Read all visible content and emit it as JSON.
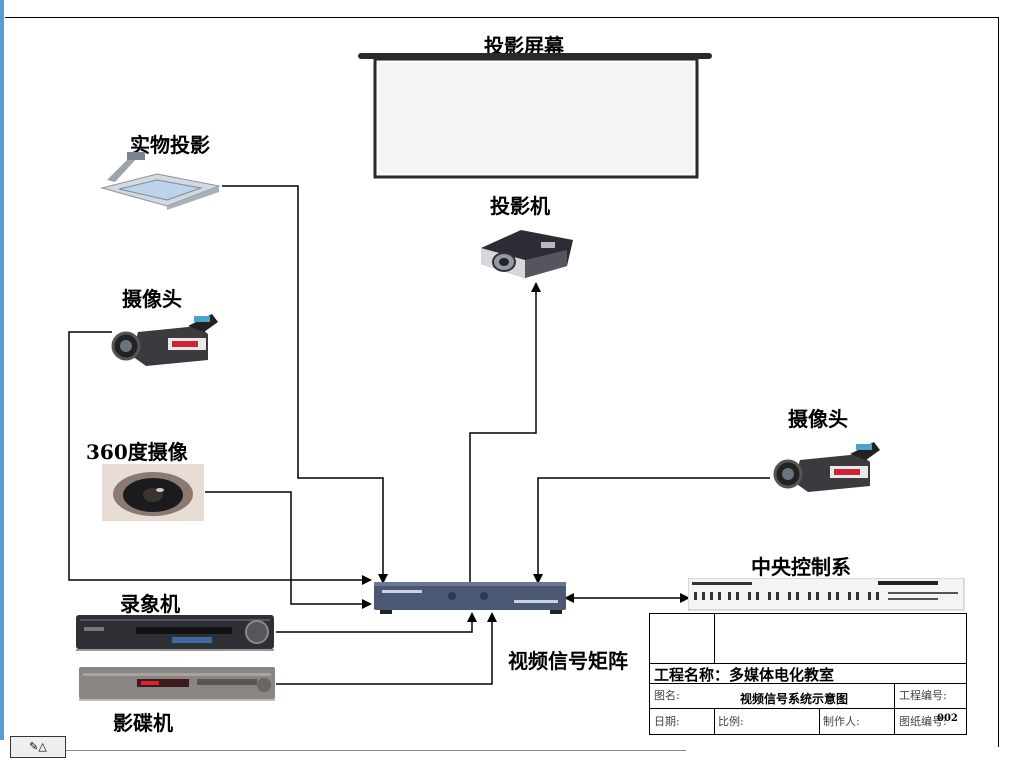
{
  "labels": {
    "screen": "投影屏幕",
    "projector": "投影机",
    "visualizer": "实物投影",
    "camera_left": "摄像头",
    "camera_360": "360度摄像",
    "vcr": "录象机",
    "dvd": "影碟机",
    "matrix": "视频信号矩阵",
    "camera_right": "摄像头",
    "control": "中央控制系"
  },
  "title_block": {
    "project": "工程名称：多媒体电化教室",
    "fig_name_label": "图名:",
    "drawing_name": "视频信号系统示意图",
    "drawing_no_label": "工程编号:",
    "date_label": "日期:",
    "scale_label": "比例:",
    "author_label": "制作人:",
    "sheet_no_label": "图纸编号:",
    "sheet_no": "002"
  },
  "colors": {
    "line": "#000000",
    "screen_frame": "#2a2a2a",
    "device_dark": "#3a3f4a",
    "matrix_body": "#4a5874"
  }
}
